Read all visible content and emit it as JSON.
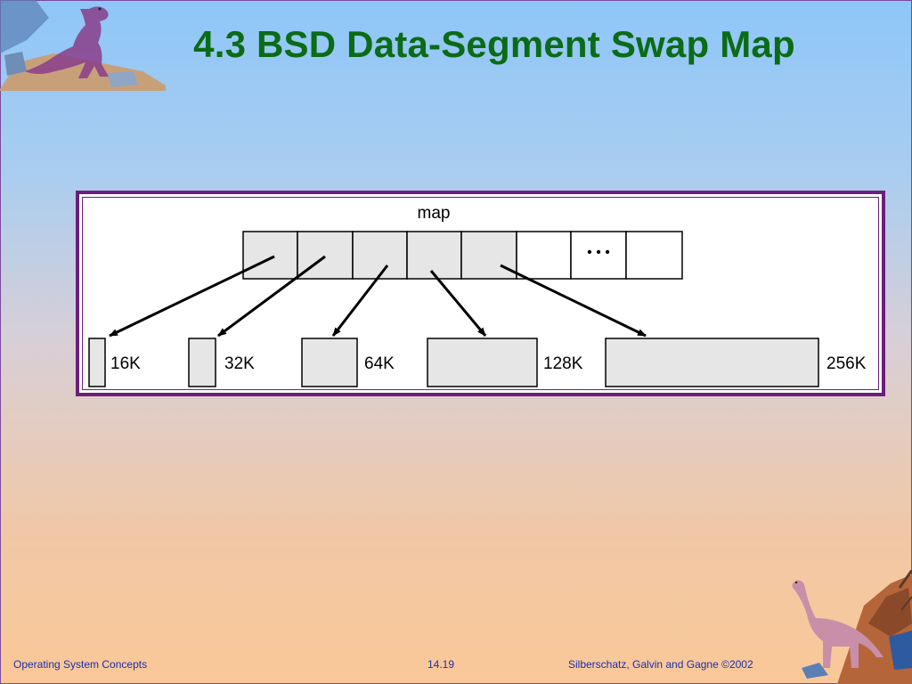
{
  "slide": {
    "title": "4.3 BSD Data-Segment Swap Map"
  },
  "diagram": {
    "map_label": "map",
    "ellipsis": "• • •",
    "segments": [
      {
        "label": "16K"
      },
      {
        "label": "32K"
      },
      {
        "label": "64K"
      },
      {
        "label": "128K"
      },
      {
        "label": "256K"
      }
    ]
  },
  "footer": {
    "left": "Operating System Concepts",
    "center": "14.19",
    "right": "Silberschatz, Galvin and  Gagne ©2002"
  },
  "colors": {
    "title": "#0b6b16",
    "frame": "#6b1f7a",
    "footer_text": "#1a2fb0",
    "cell_fill": "#e6e6e6"
  }
}
